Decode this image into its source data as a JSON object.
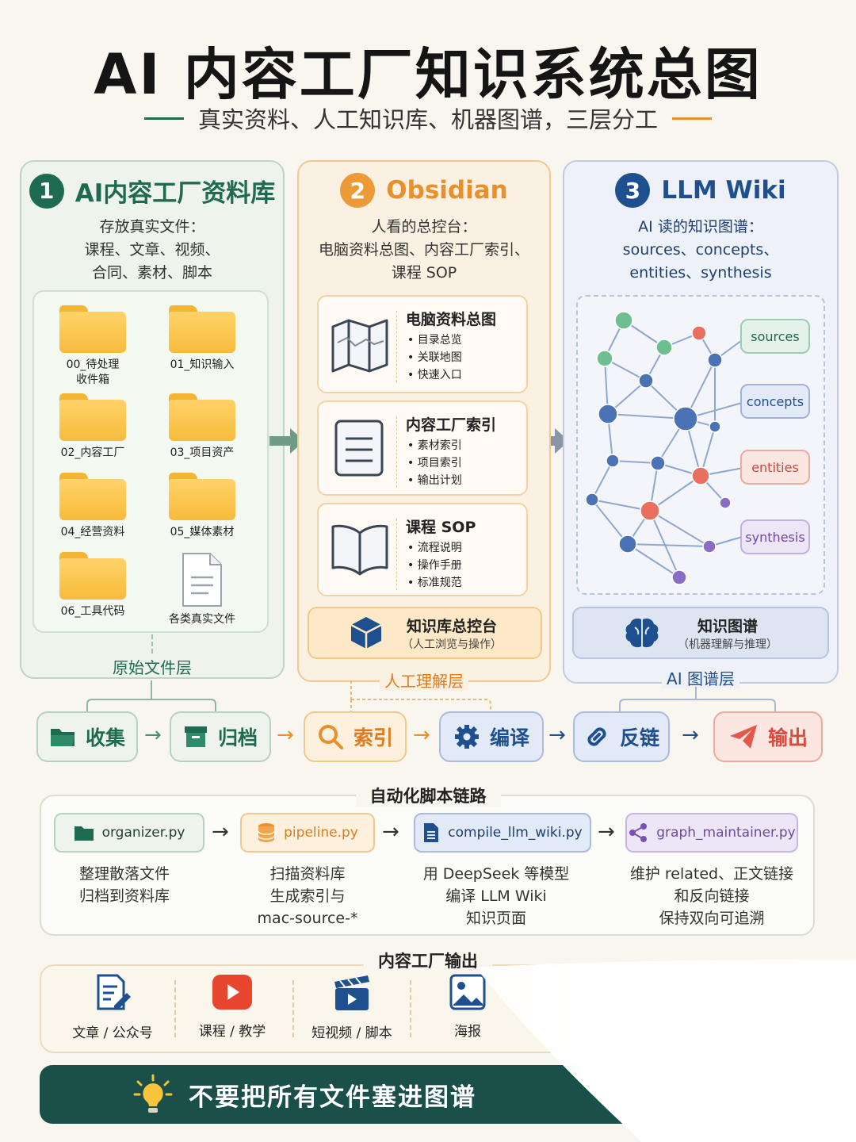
{
  "title": "AI 内容工厂知识系统总图",
  "subtitle": "真实资料、人工知识库、机器图谱，三层分工",
  "col1": {
    "num": "1",
    "title": "AI内容工厂资料库",
    "desc": [
      "存放真实文件：",
      "课程、文章、视频、",
      "合同、素材、脚本"
    ],
    "folders": [
      {
        "label": "00_待处理\n收件箱"
      },
      {
        "label": "01_知识输入"
      },
      {
        "label": "02_内容工厂"
      },
      {
        "label": "03_项目资产"
      },
      {
        "label": "04_经营资料"
      },
      {
        "label": "05_媒体素材"
      },
      {
        "label": "06_工具代码"
      },
      {
        "label": "各类真实文件"
      }
    ],
    "layer": "原始文件层"
  },
  "col2": {
    "num": "2",
    "title": "Obsidian",
    "desc": [
      "人看的总控台：",
      "电脑资料总图、内容工厂索引、",
      "课程 SOP"
    ],
    "cards": [
      {
        "title": "电脑资料总图",
        "items": [
          "• 目录总览",
          "• 关联地图",
          "• 快速入口"
        ]
      },
      {
        "title": "内容工厂索引",
        "items": [
          "• 素材索引",
          "• 项目索引",
          "• 输出计划"
        ]
      },
      {
        "title": "课程 SOP",
        "items": [
          "• 流程说明",
          "• 操作手册",
          "• 标准规范"
        ]
      }
    ],
    "box_title": "知识库总控台",
    "box_sub": "（人工浏览与操作）",
    "layer": "人工理解层"
  },
  "col3": {
    "num": "3",
    "title": "LLM Wiki",
    "desc": [
      "AI 读的知识图谱：",
      "sources、concepts、",
      "entities、synthesis"
    ],
    "tags": [
      "sources",
      "concepts",
      "entities",
      "synthesis"
    ],
    "box_title": "知识图谱",
    "box_sub": "（机器理解与推理）",
    "layer": "AI 图谱层"
  },
  "steps": [
    "收集",
    "归档",
    "索引",
    "编译",
    "反链",
    "输出"
  ],
  "scripts_title": "自动化脚本链路",
  "scripts": [
    {
      "name": "organizer.py",
      "desc": [
        "整理散落文件",
        "归档到资料库"
      ]
    },
    {
      "name": "pipeline.py",
      "desc": [
        "扫描资料库",
        "生成索引与",
        "mac-source-*"
      ]
    },
    {
      "name": "compile_llm_wiki.py",
      "desc": [
        "用 DeepSeek 等模型",
        "编译 LLM Wiki",
        "知识页面"
      ]
    },
    {
      "name": "graph_maintainer.py",
      "desc": [
        "维护 related、正文链接",
        "和反向链接",
        "保持双向可追溯"
      ]
    }
  ],
  "output_title": "内容工厂输出",
  "outputs": [
    "文章 / 公众号",
    "课程 / 教学",
    "短视频 / 脚本",
    "海报"
  ],
  "banner": "不要把所有文件塞进图谱",
  "colors": {
    "green": "#1f6b52",
    "orange": "#e8902a",
    "blue": "#1e4f8e",
    "red": "#e2584d"
  }
}
